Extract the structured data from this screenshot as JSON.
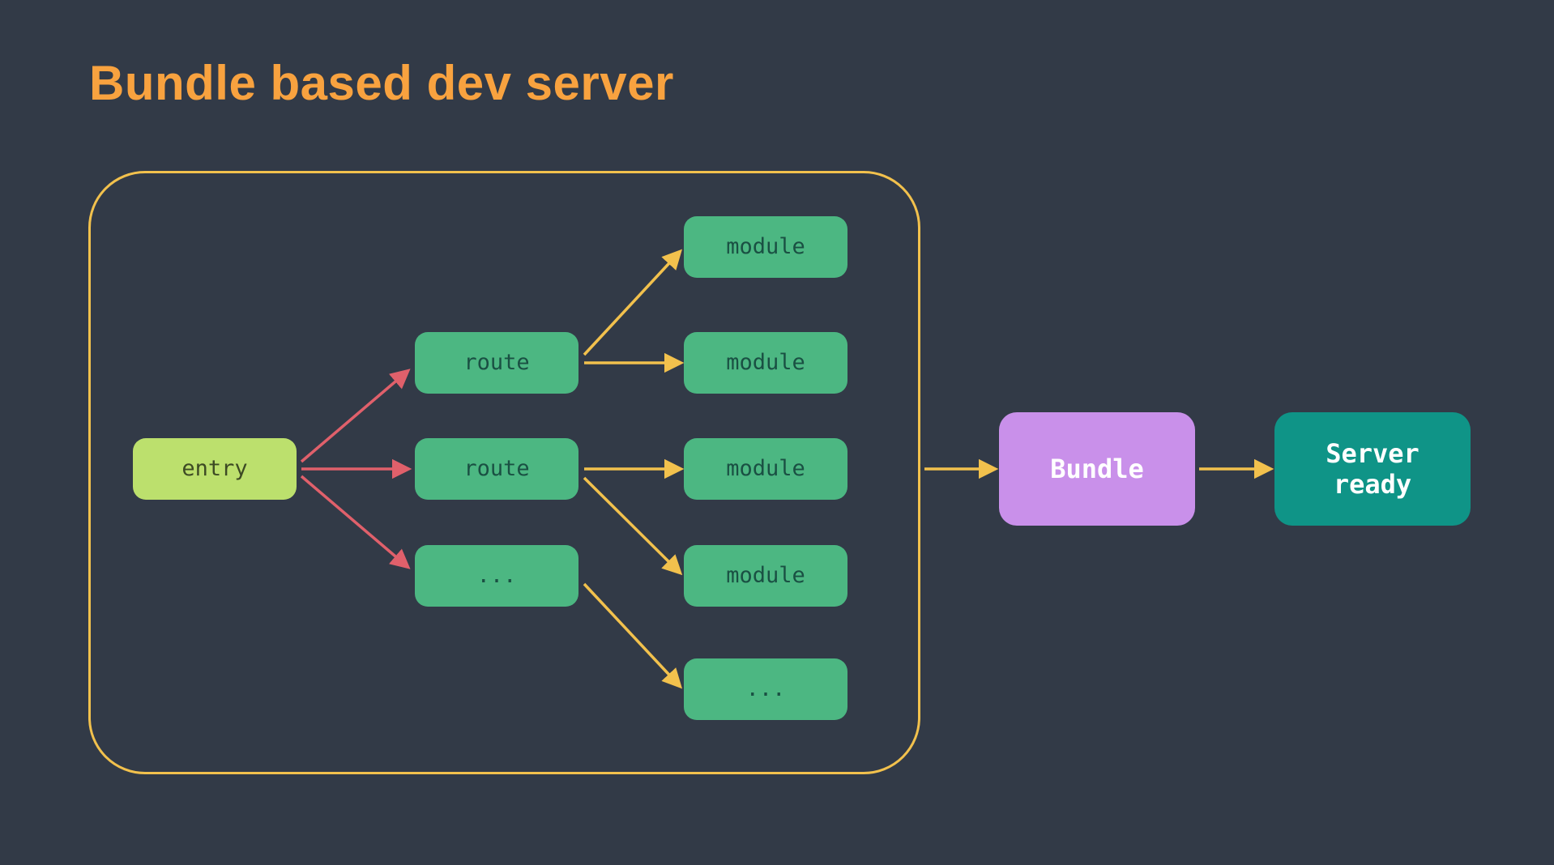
{
  "title": "Bundle based dev server",
  "colors": {
    "background": "#323a47",
    "title_text": "#f8a23f",
    "container_border": "#f2c14d",
    "arrow_yellow": "#f2c14d",
    "arrow_red": "#e0606b",
    "entry_bg": "#bce06d",
    "entry_text": "#3d4a24",
    "node_bg": "#4cb782",
    "node_text": "#1a5043",
    "bundle_bg": "#c990ea",
    "server_bg": "#0f9487",
    "light_text": "#ffffff"
  },
  "diagram": {
    "entry": {
      "label": "entry"
    },
    "routes": [
      {
        "label": "route"
      },
      {
        "label": "route"
      },
      {
        "label": "..."
      }
    ],
    "modules": [
      {
        "label": "module"
      },
      {
        "label": "module"
      },
      {
        "label": "module"
      },
      {
        "label": "module"
      },
      {
        "label": "..."
      }
    ],
    "bundle": {
      "label": "Bundle"
    },
    "server": {
      "label": "Server\nready"
    }
  }
}
